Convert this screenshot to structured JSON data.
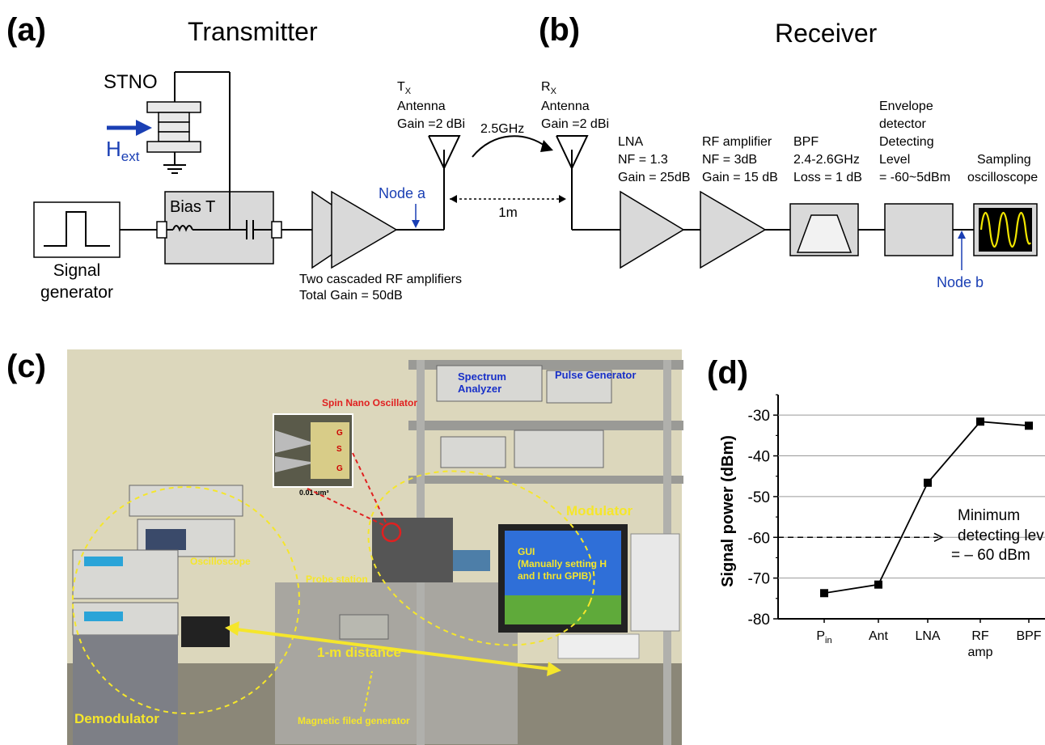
{
  "panel_labels": {
    "a": "(a)",
    "b": "(b)",
    "c": "(c)",
    "d": "(d)"
  },
  "headings": {
    "transmitter": "Transmitter",
    "receiver": "Receiver"
  },
  "transmitter": {
    "stno": "STNO",
    "hext": "H",
    "hext_sub": "ext",
    "bias_t": "Bias T",
    "signal_gen_1": "Signal",
    "signal_gen_2": "generator",
    "amps_1": "Two cascaded RF amplifiers",
    "amps_2": "Total Gain = 50dB",
    "node_a": "Node a",
    "tx_1": "T",
    "tx_1_sub": "X",
    "tx_2": "Antenna",
    "tx_3": "Gain =2 dBi",
    "freq": "2.5GHz",
    "distance": "1m"
  },
  "receiver": {
    "rx_1": "R",
    "rx_1_sub": "X",
    "rx_2": "Antenna",
    "rx_3": "Gain =2 dBi",
    "lna_1": "LNA",
    "lna_2": "NF = 1.3",
    "lna_3": "Gain = 25dB",
    "rfamp_1": "RF amplifier",
    "rfamp_2": "NF = 3dB",
    "rfamp_3": "Gain = 15 dB",
    "bpf_1": "BPF",
    "bpf_2": "2.4-2.6GHz",
    "bpf_3": "Loss = 1 dB",
    "env_1": "Envelope",
    "env_2": "detector",
    "env_3": "Detecting",
    "env_4": "Level",
    "env_5": "= -60~5dBm",
    "scope_1": "Sampling",
    "scope_2": "oscilloscope",
    "node_b": "Node b"
  },
  "photo": {
    "spin_nano": "Spin Nano Oscillator",
    "size": "0.01 um³",
    "spectrum_1": "Spectrum",
    "spectrum_2": "Analyzer",
    "pulse_gen": "Pulse Generator",
    "modulator": "Modulator",
    "oscilloscope": "Oscilloscope",
    "probe_station": "Probe station",
    "gui_1": "GUI",
    "gui_2": "(Manually setting H",
    "gui_3": "and I thru GPIB)",
    "distance": "1-m distance",
    "demodulator": "Demodulator",
    "mag_field": "Magnetic filed generator",
    "probe_g1": "G",
    "probe_s": "S",
    "probe_g2": "G"
  },
  "chart_data": {
    "type": "line",
    "categories": [
      "P_in",
      "Ant",
      "LNA",
      "RF amp",
      "BPF"
    ],
    "tick_labels": [
      [
        "P",
        "in"
      ],
      [
        "Ant"
      ],
      [
        "LNA"
      ],
      [
        "RF",
        "amp"
      ],
      [
        "BPF"
      ]
    ],
    "values": [
      -73.7,
      -71.6,
      -46.6,
      -31.6,
      -32.6
    ],
    "ylabel": "Signal power (dBm)",
    "ylim": [
      -80,
      -25
    ],
    "yticks": [
      -80,
      -70,
      -60,
      -50,
      -40,
      -30
    ],
    "grid": true,
    "marker": "square",
    "annotation": {
      "y": -60,
      "lines": [
        "Minimum",
        "detecting lev",
        "= – 60 dBm"
      ]
    }
  }
}
